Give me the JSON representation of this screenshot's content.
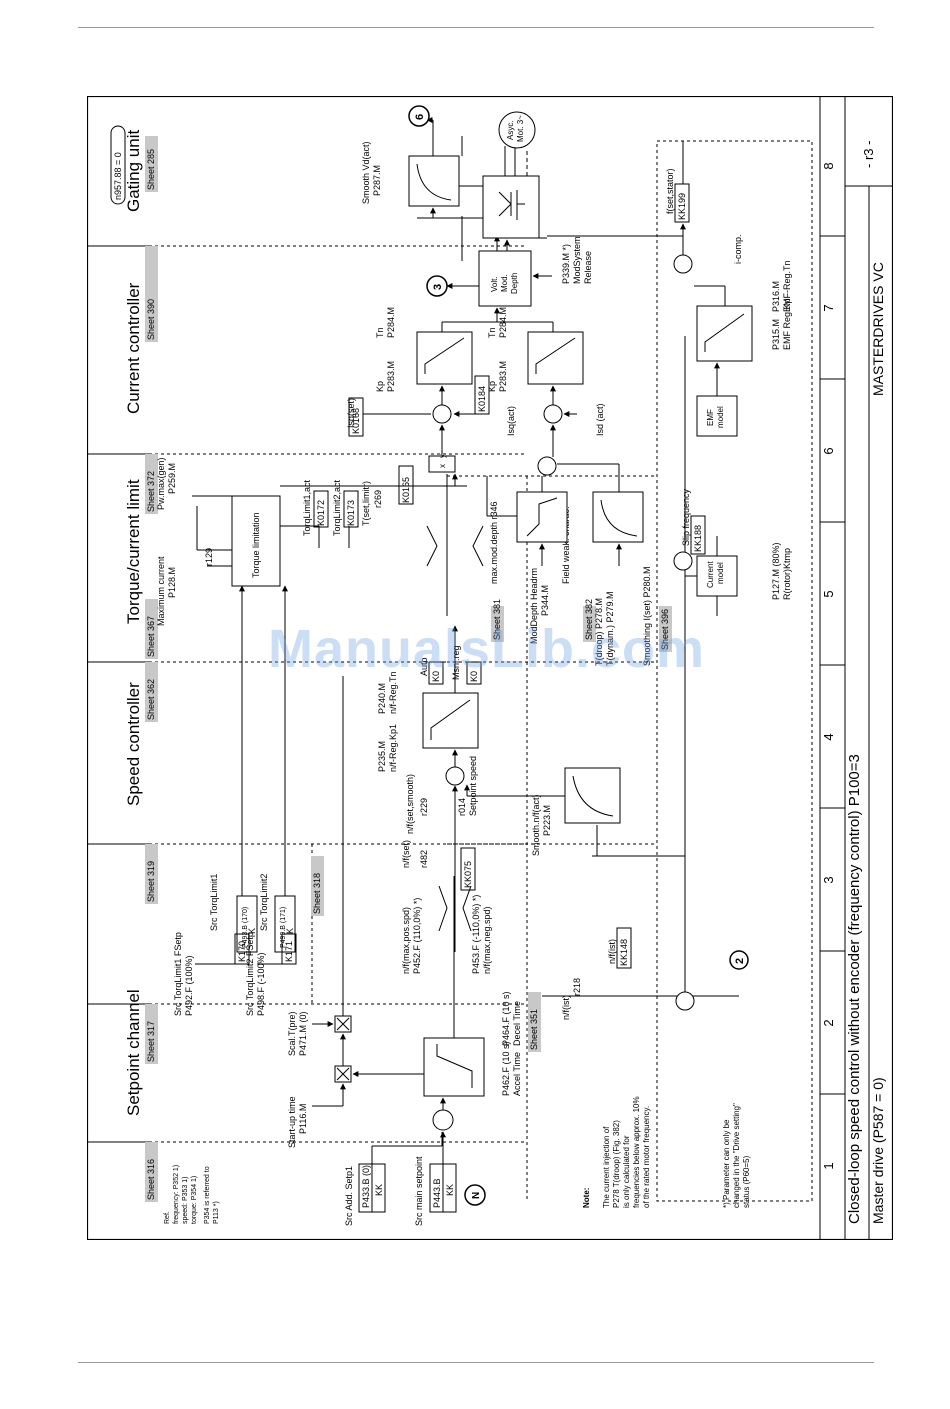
{
  "footer": {
    "title": "Closed-loop speed control without encoder (frequency control) P100=3",
    "subtitle": "Master drive (P587 = 0)",
    "product": "MASTERDRIVES VC",
    "page": "- r3 -",
    "stamp": "n957.88 = 0"
  },
  "columns": [
    "1",
    "2",
    "3",
    "4",
    "5",
    "6",
    "7",
    "8"
  ],
  "sections": [
    {
      "title": "Setpoint channel",
      "sheet": "Sheet 317"
    },
    {
      "title": "Speed controller",
      "sheet": "Sheet 362"
    },
    {
      "title": "Torque/current limit",
      "sheet": "Sheet 372"
    },
    {
      "title": "Current controller",
      "sheet": "Sheet 390"
    },
    {
      "title": "Gating unit",
      "sheet": "Sheet 285"
    }
  ],
  "sheet_refs": [
    "Sheet 316",
    "Sheet 319",
    "Sheet 318",
    "Sheet 367",
    "Sheet 351",
    "Sheet 381",
    "Sheet 382",
    "Sheet 396"
  ],
  "ref_block": {
    "l1": "Ref.",
    "l2": "frequency: P352 1)",
    "l3": "speed:      P353 1)",
    "l4": "torque:     P354 1)",
    "l5": "P354 is referred to",
    "l6": "P113 *)"
  },
  "inputs": {
    "add_setp_title": "Src Add. Setp1",
    "add_setp_param": "P433.B (0)",
    "add_setp_conn": "KK",
    "main_setp_title": "Src main setpoint",
    "main_setp_param": "P443.B",
    "main_setp_conn": "KK",
    "n_marker": "N"
  },
  "ramp": {
    "startup_title": "Start-up time",
    "startup_param": "P116.M",
    "scal_title": "Scal.T(pre)",
    "scal_param": "P471.M (0)",
    "accel_param": "P462.F (10 s)",
    "accel_name": "Accel Time",
    "decel_param": "P464.F (10 s)",
    "decel_name": "Decel Time"
  },
  "torque_src": {
    "lim1_title": "Src TorqLimit1",
    "lim1_param": "P493.B (170)",
    "lim1_conn": "K",
    "lim2_title": "Src TorqLimit2",
    "lim2_param": "P499.B (171)",
    "lim2_conn": "K",
    "fsetp1_title": "Src TorqLimit1 FSetp",
    "fsetp1_param": "P492.F (100%)",
    "fsetp1_conn": "K170",
    "fsetp2_title": "Src TorqLimit2 FSetp",
    "fsetp2_param": "P498.F (-100%)",
    "fsetp2_conn": "K171"
  },
  "speed_limits": {
    "pos_title": "n/f(max,pos.spd)",
    "pos_param": "P452.F (110,0%) *)",
    "neg_param": "P453.F (-110,0%) *)",
    "neg_title": "n/f(max,neg.spd)",
    "nset": "n/f(set)",
    "nset_param": "r482",
    "kk075": "KK075",
    "nsmooth": "n/f(set,smooth)",
    "nsmooth_param": "r229",
    "r014": "r014",
    "setpoint_speed": "Setpoint speed"
  },
  "speed_ctrl": {
    "kp_param": "P235.M",
    "kp_name": "n/f-Reg.Kp1",
    "tn_param": "P240.M",
    "tn_name": "n/f-Reg.Tn",
    "smooth_title": "Smooth.n/f(act)",
    "smooth_param": "P223.M",
    "nist": "n/f(ist)",
    "kk148": "KK148",
    "nact": "n/f(ist)",
    "nact_param": "r218",
    "kk0_a": "K0",
    "kk0_b": "K0",
    "m_a": "Auto",
    "m_b": "Msnl.reg"
  },
  "torque_limit": {
    "max_current": "Maximum current",
    "max_current_param": "P128.M",
    "r129": "r129",
    "pwmax": "Pw.max(gen)",
    "pwmax_param": "P259.M",
    "block": "Torque limitation",
    "torqlim1_act": "TorqLimit1,act",
    "k0172": "K0172",
    "torqlim2_act": "TorqLimit2,act",
    "k0173": "K0173",
    "tset": "T(set,limitr)",
    "tset_param": "r269",
    "k0165": "K0165",
    "maxmod": "max.mod.depth  r346",
    "field_weak": "Field weak. charac.",
    "moddepth": "ModDepth Headrm",
    "moddepth_param": "P344.M",
    "droop_param": "T(droop) P278.M",
    "dynam_param": "T(dynam.) P279.M",
    "smoothing": "Smoothing I(set) P280.M"
  },
  "current_ctrl": {
    "isq_set": "Isq(set)",
    "k0168": "K0168",
    "kp1": "Kp",
    "kp1_param": "P283.M",
    "tn1": "Tn",
    "tn1_param": "P284.M",
    "isq_act": "Isq(act)",
    "k0184": "K0184",
    "kp2": "Kp",
    "kp2_param": "P283.M",
    "tn2": "Tn",
    "tn2_param": "P284.M",
    "isd_act": "Isd (act)",
    "volt_1": "Volt.",
    "volt_2": "Mod.",
    "volt_3": "Depth",
    "modsys_param": "P339.M *)",
    "modsys_1": "ModSystem",
    "modsys_2": "Release"
  },
  "model": {
    "current_model_1": "Current",
    "current_model_2": "model",
    "rrotor_param": "P127.M (80%)",
    "rrotor": "R(rotor)Ktmp",
    "slip": "Slip frequency",
    "kk188": "KK188",
    "emf_1": "EMF",
    "emf_2": "model",
    "emf_kp_param": "P315.M",
    "emf_kp": "EMF Reg.Kp",
    "emf_tn_param": "P316.M",
    "emf_tn": "EMF-Reg.Tn",
    "icomp": "i-comp.",
    "fset_stator": "f(set,stator)",
    "kk199": "KK199"
  },
  "gating": {
    "smooth_vd": "Smooth Vd(act)",
    "smooth_vd_param": "P287.M",
    "motor_1": "Asyc.",
    "motor_2": "Mot. 3~"
  },
  "markers": {
    "m2": "2",
    "m3": "3",
    "m6": "6"
  },
  "notes": {
    "title": "Note:",
    "l1": "The current injection of",
    "l2": "P278 T(droop) (Fig. 382)",
    "l3": "is only calculated for",
    "l4": "frequencies below approx. 10%",
    "l5": "of the rated motor frequency.",
    "l6": "*) Parameter can only be",
    "l7": "changed in the \"Drive setting\"",
    "l8": "status (P60=5)"
  },
  "watermark": "ManualsLib.com"
}
